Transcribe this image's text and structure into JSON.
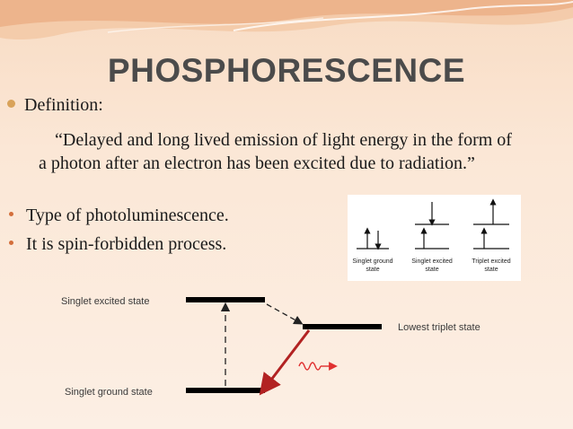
{
  "slide": {
    "title": "PHOSPHORESCENCE",
    "definition_label": "Definition:",
    "definition_text": "“Delayed  and long lived emission of light energy in the form of a photon after an electron has been excited due to radiation.”",
    "bullets": [
      "Type of photoluminescence.",
      "It is spin-forbidden process."
    ]
  },
  "spin_diagram": {
    "labels": [
      [
        "Singlet ground",
        "state"
      ],
      [
        "Singlet excited",
        "state"
      ],
      [
        "Triplet excited",
        "state"
      ]
    ]
  },
  "energy_diagram": {
    "levels": [
      "Singlet excited state",
      "Lowest triplet state",
      "Singlet ground state"
    ]
  },
  "colors": {
    "title": "#4b4b4b",
    "accent_bullet": "#d9a35a",
    "emission_arrow": "#b22222",
    "wave": "#e03030"
  }
}
